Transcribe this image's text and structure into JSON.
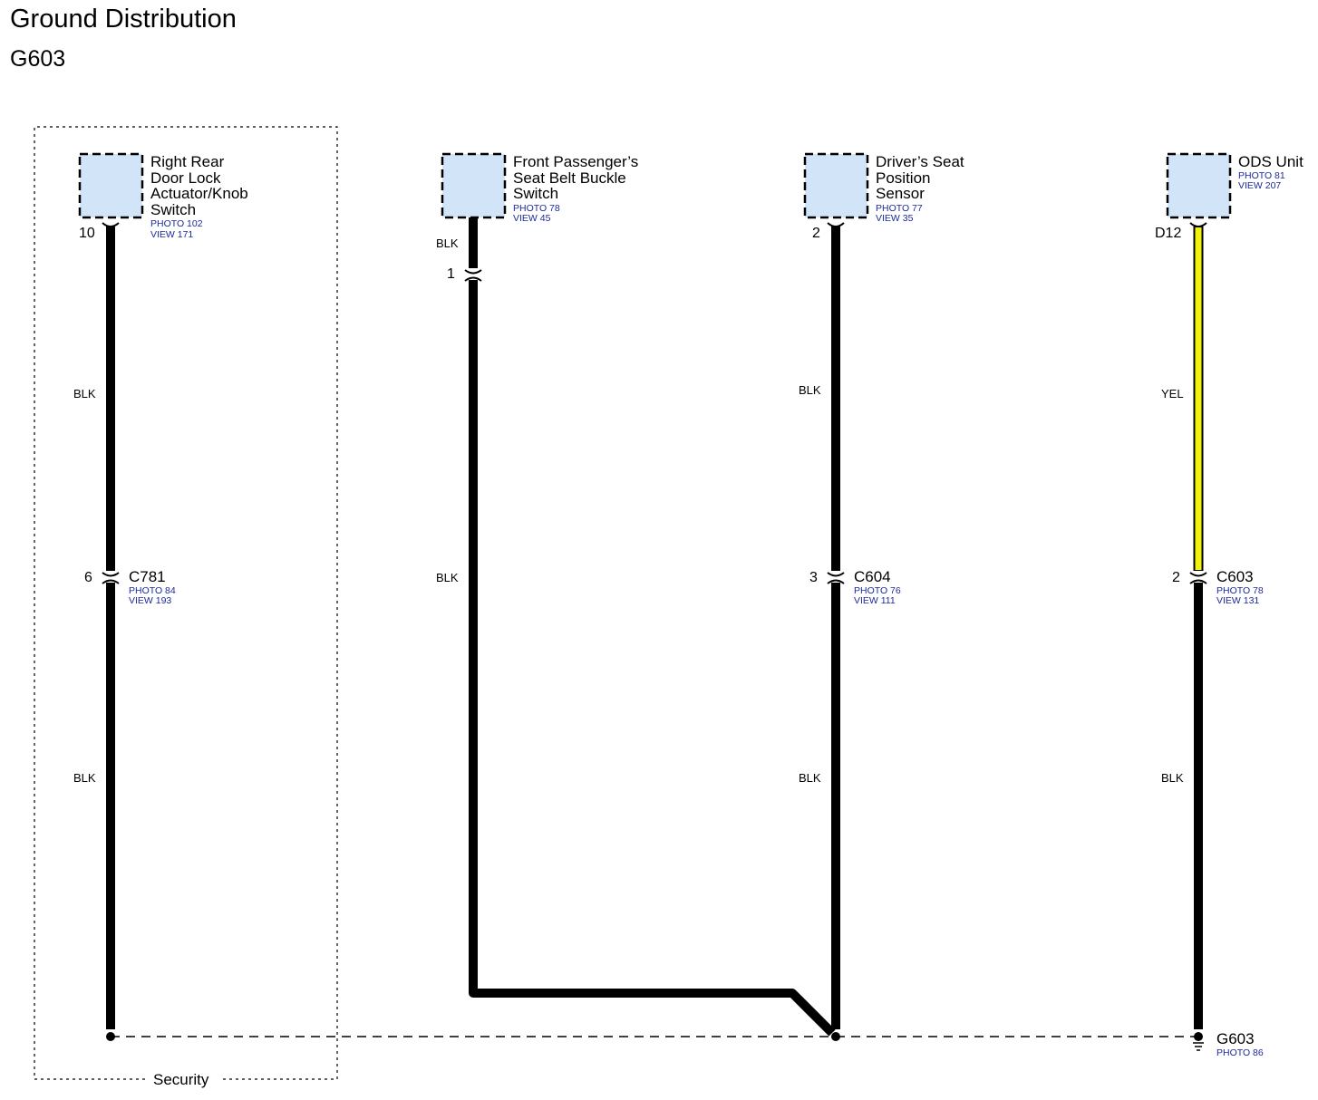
{
  "header": {
    "title": "Ground Distribution",
    "subtitle": "G603"
  },
  "security_label": "Security",
  "components": [
    {
      "lines": [
        "Right Rear",
        "Door Lock",
        "Actuator/Knob",
        "Switch"
      ],
      "photo": "PHOTO 102",
      "view": "VIEW 171"
    },
    {
      "lines": [
        "Front Passenger’s",
        "Seat Belt Buckle",
        "Switch"
      ],
      "photo": "PHOTO 78",
      "view": "VIEW 45"
    },
    {
      "lines": [
        "Driver’s Seat",
        "Position",
        "Sensor"
      ],
      "photo": "PHOTO 77",
      "view": "VIEW 35"
    },
    {
      "lines": [
        "ODS Unit"
      ],
      "photo": "PHOTO 81",
      "view": "VIEW 207"
    }
  ],
  "pins": {
    "rr_door_top": "10",
    "fp_inline": "1",
    "ds_top": "2",
    "ods_top": "D12",
    "c781": "6",
    "c604": "3",
    "c603": "2"
  },
  "connectors": [
    {
      "name": "C781",
      "photo": "PHOTO 84",
      "view": "VIEW 193"
    },
    {
      "name": "C604",
      "photo": "PHOTO 76",
      "view": "VIEW 111"
    },
    {
      "name": "C603",
      "photo": "PHOTO 78",
      "view": "VIEW 131"
    }
  ],
  "wire_colors": {
    "rr_upper": "BLK",
    "rr_lower": "BLK",
    "fp_top": "BLK",
    "fp_mid": "BLK",
    "ds_upper": "BLK",
    "ds_lower": "BLK",
    "ods_upper": "YEL",
    "ods_lower": "BLK"
  },
  "ground": {
    "name": "G603",
    "photo": "PHOTO 86"
  },
  "colors": {
    "wire_black": "#000000",
    "wire_yellow": "#f2f20a",
    "component_fill": "#d2e4f7",
    "reference_text": "#1c2a9c"
  }
}
